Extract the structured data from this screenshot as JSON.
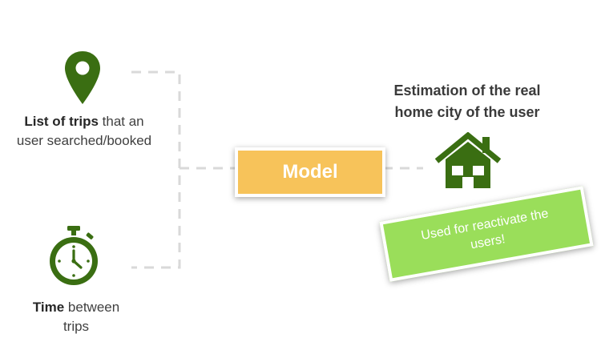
{
  "inputs": {
    "trips": {
      "bold": "List of trips",
      "rest_line1": " that an",
      "line2": "user searched/booked",
      "icon": "location-pin-icon"
    },
    "time": {
      "bold": "Time",
      "rest_line1": " between",
      "line2": "trips",
      "icon": "stopwatch-icon"
    }
  },
  "model": {
    "label": "Model"
  },
  "output": {
    "title_line1": "Estimation of the real",
    "title_line2": "home city of the user",
    "icon": "house-icon"
  },
  "note": {
    "line1": "Used for reactivate the",
    "line2": "users!"
  },
  "colors": {
    "icon_green": "#3a6e12",
    "model_fill": "#f7c35a",
    "note_fill": "#9ade5a",
    "connector": "#d9d9d9"
  }
}
